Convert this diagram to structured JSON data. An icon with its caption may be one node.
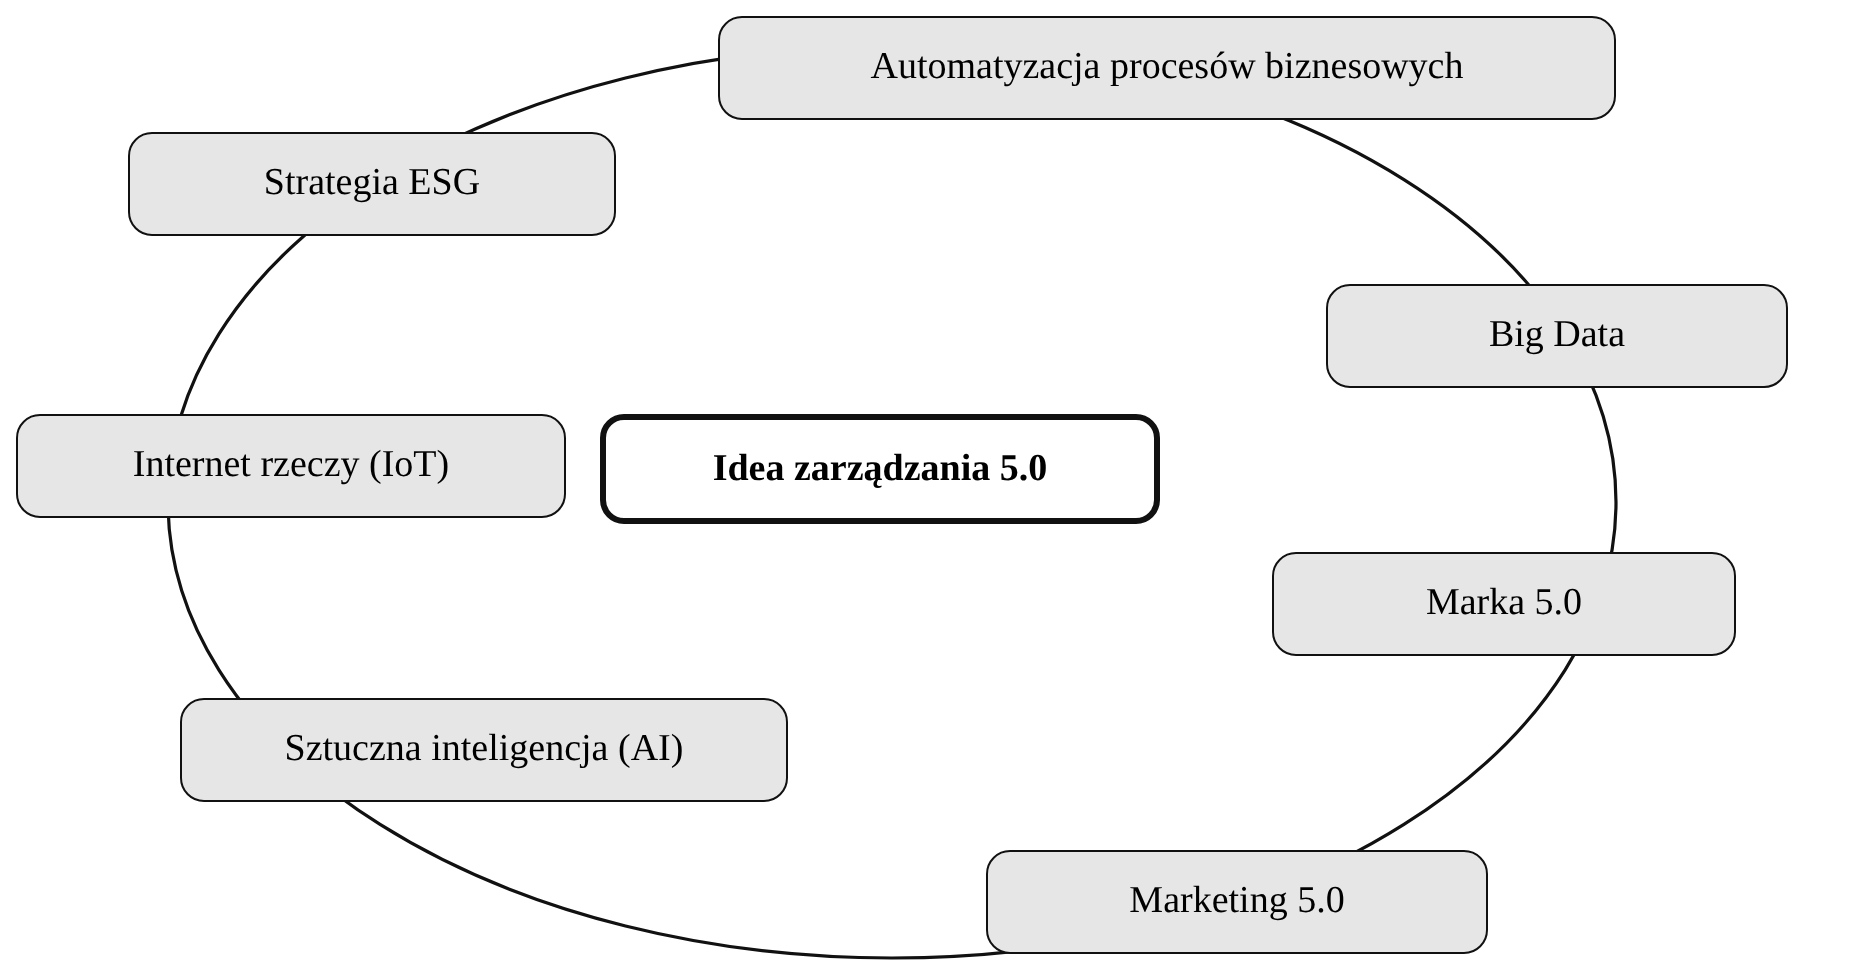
{
  "diagram": {
    "nodes": [
      {
        "text": [
          "Automatyzacja procesów biznesowych"
        ]
      },
      {
        "text": [
          "Strategia ESG"
        ]
      },
      {
        "text": [
          "Big Data"
        ]
      },
      {
        "text": [
          "Internet rzeczy (IoT)"
        ]
      },
      {
        "text": [
          "Idea zarządzania 5.0"
        ]
      },
      {
        "text": [
          "Marka 5.0"
        ]
      },
      {
        "text": [
          "Sztuczna inteligencja (AI)"
        ]
      },
      {
        "text": [
          "Marketing 5.0"
        ]
      }
    ]
  }
}
